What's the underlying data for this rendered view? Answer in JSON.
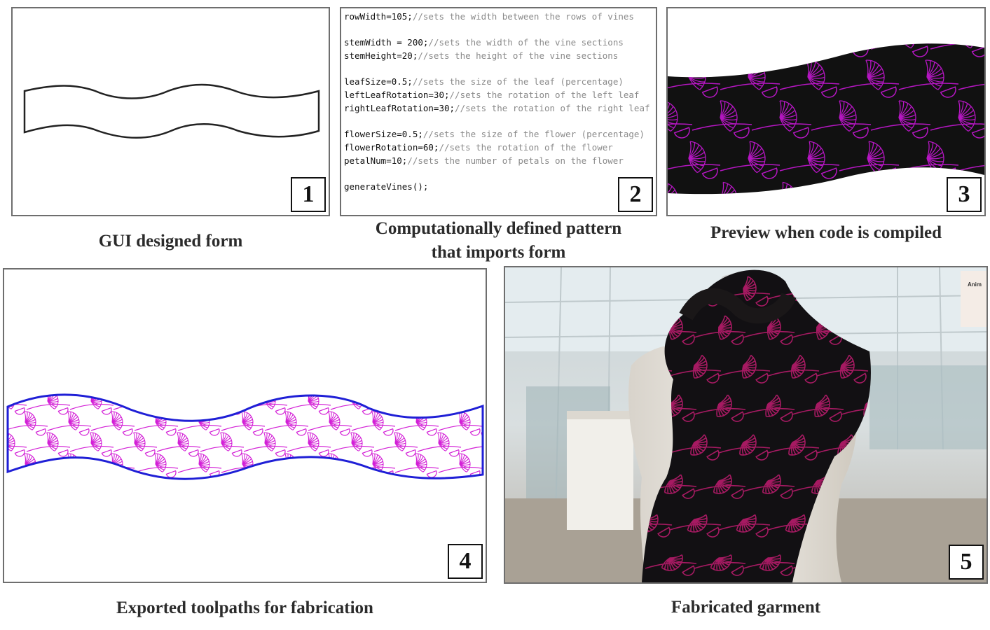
{
  "panels": [
    {
      "number": "1",
      "caption": "GUI designed form"
    },
    {
      "number": "2",
      "caption_line1": "Computationally defined pattern",
      "caption_line2": "that imports form"
    },
    {
      "number": "3",
      "caption": "Preview when code is compiled"
    },
    {
      "number": "4",
      "caption": "Exported toolpaths for fabrication"
    },
    {
      "number": "5",
      "caption": "Fabricated garment"
    }
  ],
  "code_lines": [
    {
      "code": "rowWidth=105;",
      "comment": "//sets the width between the rows of vines"
    },
    {
      "code": "",
      "comment": ""
    },
    {
      "code": "stemWidth = 200;",
      "comment": "//sets the width of the vine sections"
    },
    {
      "code": "stemHeight=20;",
      "comment": "//sets the height of the vine sections"
    },
    {
      "code": "",
      "comment": ""
    },
    {
      "code": "leafSize=0.5;",
      "comment": "//sets the size of the leaf (percentage)"
    },
    {
      "code": "leftLeafRotation=30;",
      "comment": "//sets the rotation of the left leaf"
    },
    {
      "code": "rightLeafRotation=30;",
      "comment": "//sets the rotation of the right leaf"
    },
    {
      "code": "",
      "comment": ""
    },
    {
      "code": "flowerSize=0.5;",
      "comment": "//sets the size of the flower (percentage)"
    },
    {
      "code": "flowerRotation=60;",
      "comment": "//sets the rotation of the flower"
    },
    {
      "code": "petalNum=10;",
      "comment": "//sets the number of petals on the flower"
    },
    {
      "code": "",
      "comment": ""
    },
    {
      "code": "generateVines();",
      "comment": ""
    }
  ],
  "photo_sign_text": "Anim",
  "colors": {
    "pattern_magenta": "#d31fd6",
    "preview_magenta": "#b516c2",
    "preview_background": "#111111",
    "toolpath_outline": "#1f1fd6",
    "scarf_print": "#a61a62",
    "form_outline": "#222222"
  }
}
